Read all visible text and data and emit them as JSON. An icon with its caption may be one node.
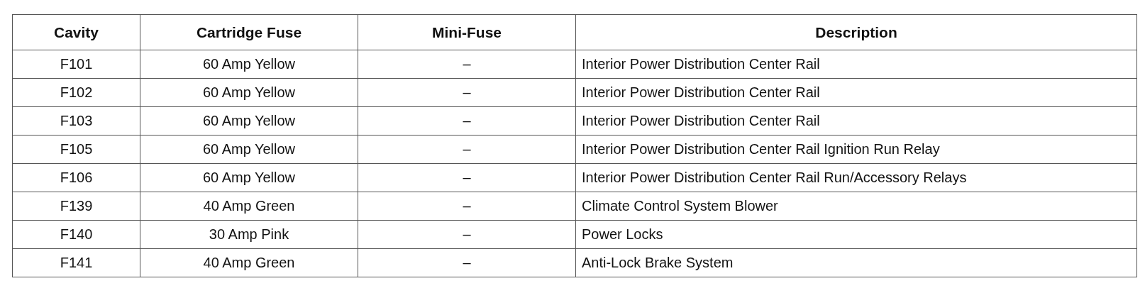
{
  "diagram": {
    "labels": [
      "Cavity",
      "Cartridge Fuse",
      "Mini-Fuse",
      "Description",
      "F101",
      "60 Amp Yellow",
      "–",
      "Interior Power Distribution Center Rail",
      "F102",
      "60 Amp Yellow",
      "–",
      "Interior Power Distribution Center Rail",
      "F103",
      "60 Amp Yellow",
      "–",
      "Interior Power Distribution Center Rail",
      "F105",
      "60 Amp Yellow",
      "–",
      "Interior Power Distribution Center Rail Ignition Run Relay",
      "F106",
      "60 Amp Yellow",
      "–",
      "Interior Power Distribution Center Rail Run/Accessory Relays",
      "F139",
      "40 Amp Green",
      "–",
      "Climate Control System Blower",
      "F140",
      "30 Amp Pink",
      "–",
      "Power Locks",
      "F141",
      "40 Amp Green",
      "–",
      "Anti-Lock Brake System"
    ]
  }
}
